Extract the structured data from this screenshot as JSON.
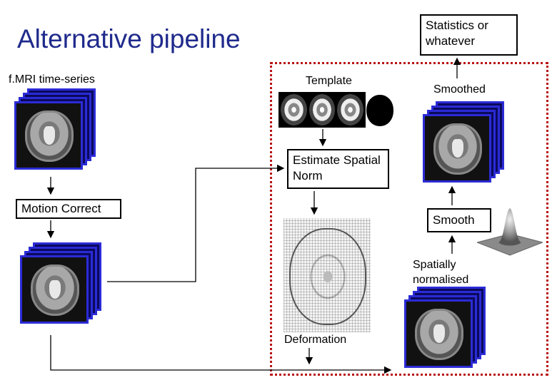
{
  "title": "Alternative pipeline",
  "labels": {
    "fmri": "f.MRI time-series",
    "template": "Template",
    "smoothed": "Smoothed",
    "deformation": "Deformation",
    "spatially_normalised": "Spatially\nnormalised"
  },
  "boxes": {
    "statistics": "Statistics or whatever",
    "motion_correct": "Motion Correct",
    "estimate_norm": "Estimate Spatial Norm",
    "smooth": "Smooth"
  },
  "colors": {
    "title": "#1f2a8c",
    "region_border": "#b81414",
    "stack_border": "#2b2bd6",
    "stack_fill": "#0a0a5c"
  }
}
